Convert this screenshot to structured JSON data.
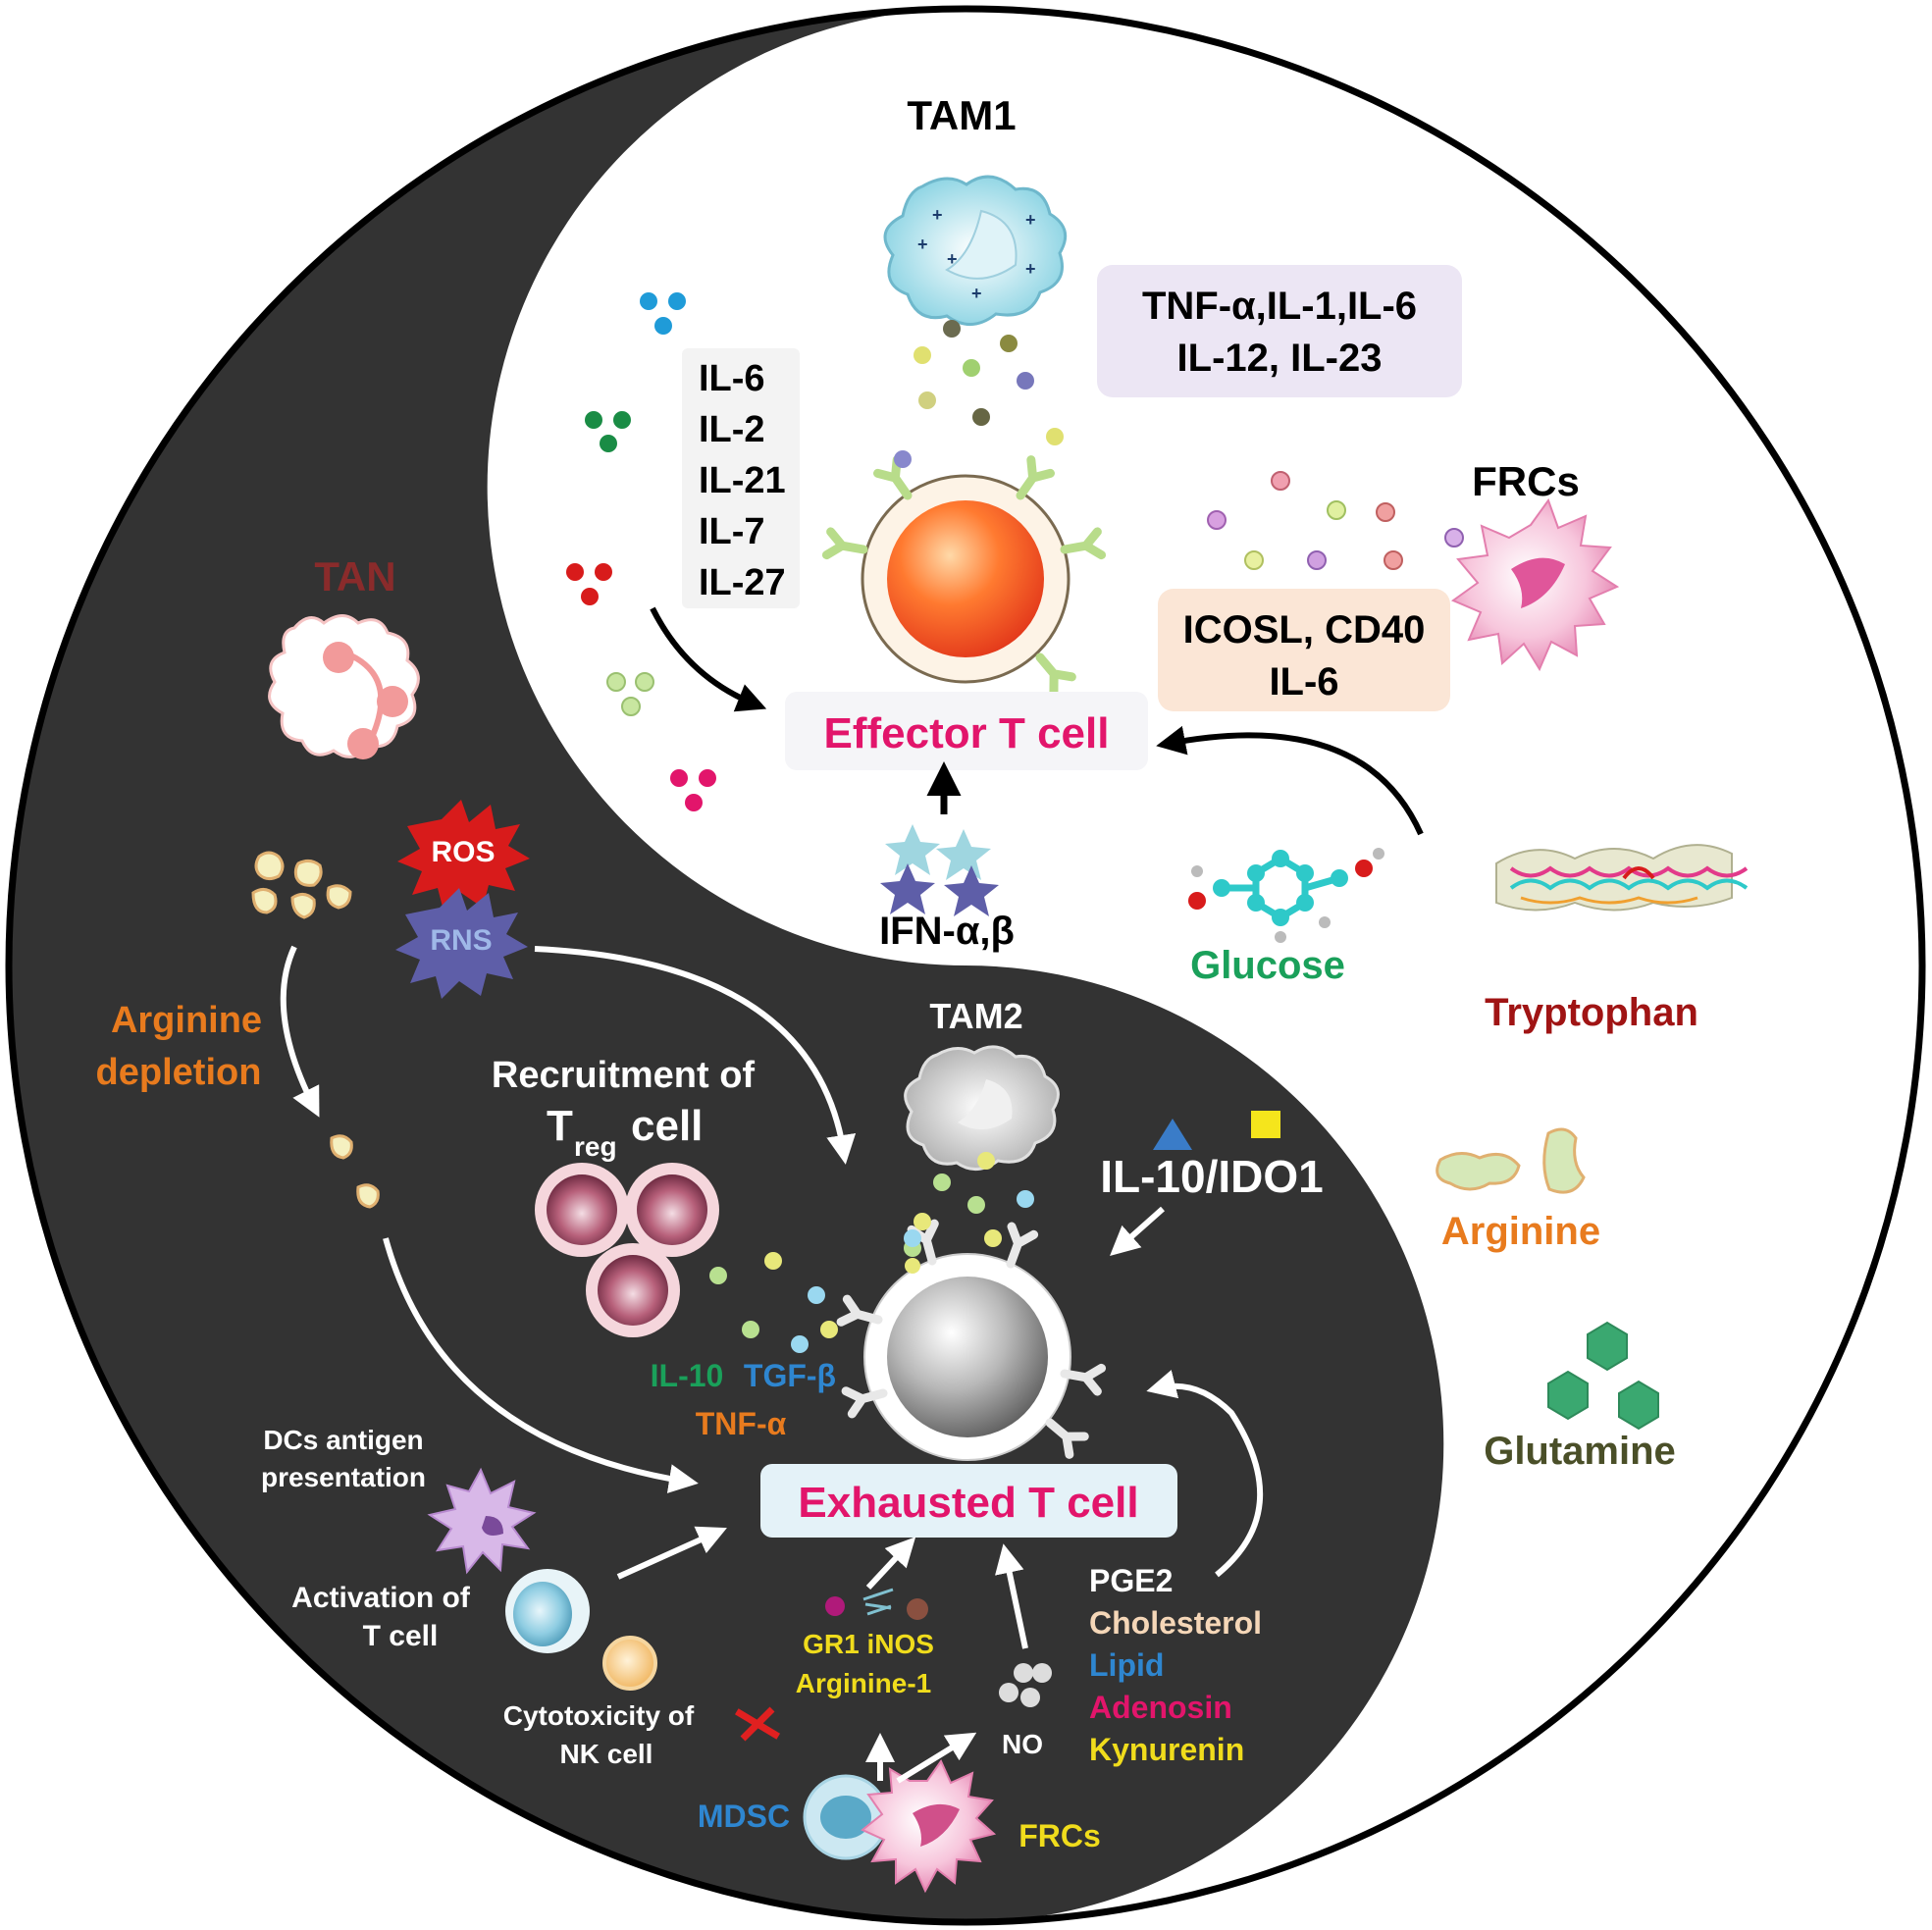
{
  "colors": {
    "dark": "#333333",
    "light": "#ffffff",
    "magenta": "#e2156b",
    "orange": "#e87b1e",
    "green": "#1aa05a",
    "blue": "#2e86d0",
    "yellow": "#f0dc1c",
    "darkred": "#a01414",
    "olive": "#4a4f28",
    "peach": "#f5d7b8",
    "tan_text": "#8a2b2b"
  },
  "top": {
    "tam1": "TAM1",
    "cytokines_left": [
      "IL-6",
      "IL-2",
      "IL-21",
      "IL-7",
      "IL-27"
    ],
    "tam1_cytokines": [
      "TNF-α,IL-1,IL-6",
      "IL-12, IL-23"
    ],
    "frcs": "FRCs",
    "frc_signals": [
      "ICOSL, CD40",
      "IL-6"
    ],
    "effector": "Effector T cell",
    "ifn": "IFN-α,β",
    "glucose": "Glucose",
    "tryptophan": "Tryptophan",
    "arginine": "Arginine",
    "glutamine": "Glutamine"
  },
  "bottom": {
    "tan": "TAN",
    "ros": "ROS",
    "rns": "RNS",
    "arginine_depletion": [
      "Arginine",
      "depletion"
    ],
    "recruitment": "Recruitment of",
    "treg_T": "T",
    "treg_sub": "reg",
    "treg_cell": "cell",
    "tam2": "TAM2",
    "il10_ido1": "IL-10/IDO1",
    "il10": "IL-10",
    "tgfb": "TGF-β",
    "tnfa": "TNF-α",
    "exhausted": "Exhausted T cell",
    "dcs": [
      "DCs antigen",
      "presentation"
    ],
    "activation": [
      "Activation of",
      "T cell"
    ],
    "cytotox": [
      "Cytotoxicity of",
      "NK cell"
    ],
    "gr1": "GR1 iNOS",
    "arginine1": "Arginine-1",
    "no": "NO",
    "mdsc": "MDSC",
    "frcs": "FRCs",
    "metabolites": [
      "PGE2",
      "Cholesterol",
      "Lipid",
      "Adenosin",
      "Kynurenin"
    ]
  }
}
